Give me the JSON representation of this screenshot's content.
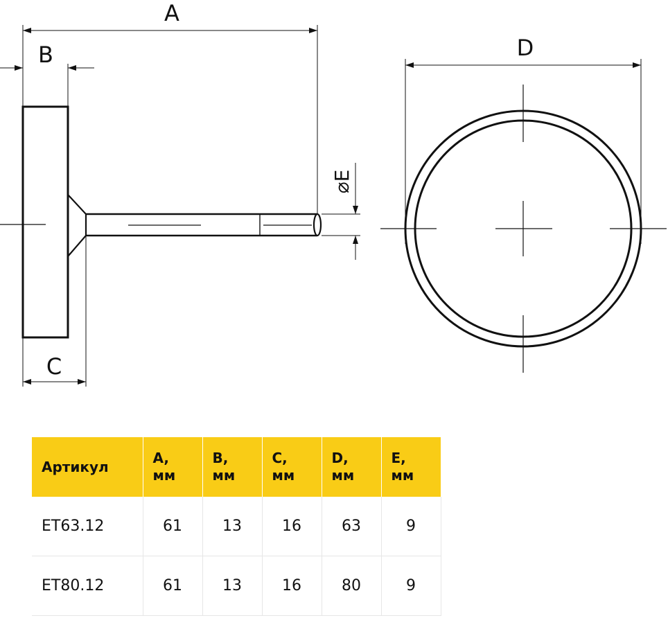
{
  "drawing": {
    "dim_labels": {
      "a": "A",
      "b": "B",
      "c": "C",
      "d": "D",
      "e": "⌀E"
    },
    "line_color": "#111111"
  },
  "table": {
    "header_color": "#f9cc16",
    "headers": [
      "Артикул",
      "A,\nмм",
      "B,\nмм",
      "C,\nмм",
      "D,\nмм",
      "E,\nмм"
    ],
    "rows": [
      [
        "ET63.12",
        "61",
        "13",
        "16",
        "63",
        "9"
      ],
      [
        "ET80.12",
        "61",
        "13",
        "16",
        "80",
        "9"
      ]
    ]
  }
}
